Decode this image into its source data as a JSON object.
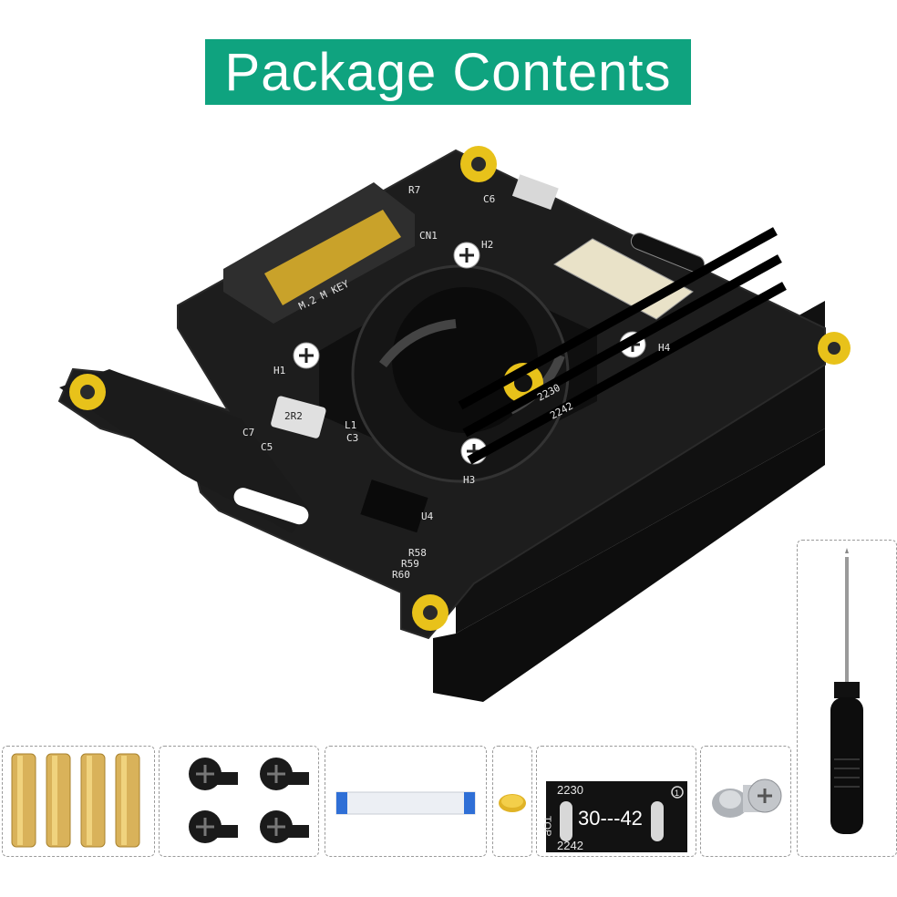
{
  "title": "Package Contents",
  "board": {
    "silkscreen": {
      "m2_key": "M.2 M KEY",
      "h1": "H1",
      "h2": "H2",
      "h3": "H3",
      "h4": "H4",
      "cn1": "CN1",
      "r7": "R7",
      "c6": "C6",
      "c7": "C7",
      "c5": "C5",
      "c3": "C3",
      "l1": "L1",
      "inductor": "2R2",
      "u4": "U4",
      "r58": "R58",
      "r59": "R59",
      "r60": "R60",
      "size_2230": "2230",
      "size_2242": "2242"
    }
  },
  "accessories": {
    "adapter_card": {
      "top_left": "2230",
      "bottom_left": "2242",
      "side": "TOP",
      "center": "30---42",
      "corner": "1"
    }
  },
  "colors": {
    "banner": "#0fa37f",
    "board": "#1a1a1a",
    "gold": "#e8c21a",
    "brass": "#d9b25a"
  }
}
